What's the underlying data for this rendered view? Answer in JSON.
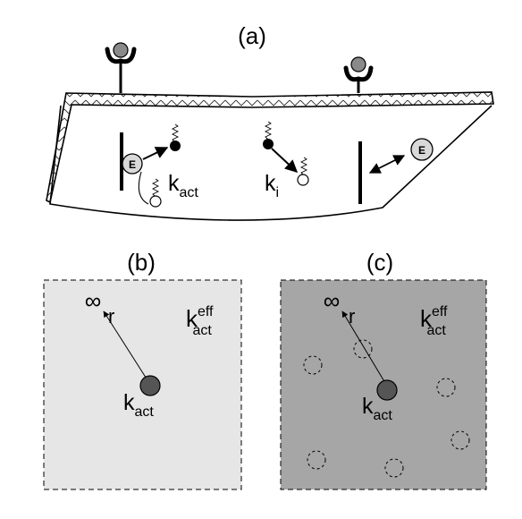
{
  "panel_a": {
    "label": "(a)",
    "enzyme_label": "E",
    "k_act": {
      "base": "k",
      "sub": "act"
    },
    "k_i": {
      "base": "k",
      "sub": "i"
    }
  },
  "panel_b": {
    "label": "(b)",
    "background": "#e6e6e6",
    "infinity": "∞",
    "r_label": "r",
    "k_eff": {
      "base": "k",
      "sup": "eff",
      "sub": "act"
    },
    "k_act": {
      "base": "k",
      "sub": "act"
    }
  },
  "panel_c": {
    "label": "(c)",
    "background": "#a6a6a6",
    "infinity": "∞",
    "r_label": "r",
    "k_eff": {
      "base": "k",
      "sup": "eff",
      "sub": "act"
    },
    "k_act": {
      "base": "k",
      "sub": "act"
    }
  },
  "colors": {
    "receptor_head": "#8a8a8a",
    "enzyme_fill": "#d9d9d9",
    "active_particle": "#000000",
    "center_particle": "#555555"
  }
}
